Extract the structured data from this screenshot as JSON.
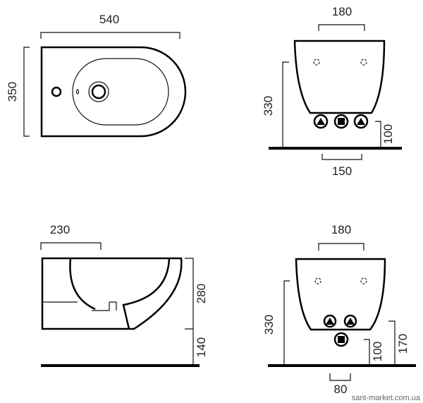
{
  "top_view": {
    "width_label": "540",
    "depth_label": "350"
  },
  "front_view_top": {
    "fixing_label": "180",
    "height_label": "330",
    "connection_height_label": "100",
    "connection_spacing_label": "150"
  },
  "side_view": {
    "fixing_depth_label": "230",
    "bowl_height_label": "280",
    "floor_gap_label": "140"
  },
  "front_view_bottom": {
    "fixing_label": "180",
    "height_label": "330",
    "inlet_height_label": "170",
    "outlet_height_label": "100",
    "outlet_width_label": "80"
  },
  "watermark": "sant-market.com.ua"
}
